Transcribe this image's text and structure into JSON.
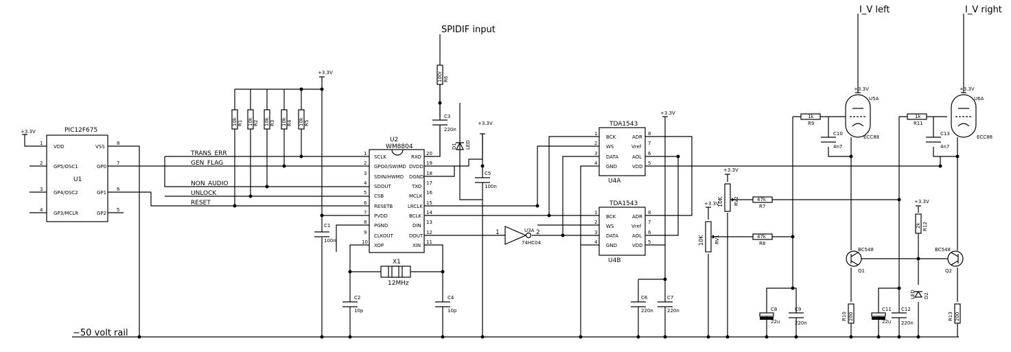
{
  "inputs": {
    "spdif": "SPIDIF input",
    "out_left": "I_V left",
    "out_right": "I_V right",
    "rail": "−50 volt rail"
  },
  "supply": {
    "v33": "+3.3V"
  },
  "u1": {
    "part": "PIC12F675",
    "ref": "U1",
    "left": [
      {
        "num": "1",
        "name": "VDD"
      },
      {
        "num": "2",
        "name": "GP5/OSC1"
      },
      {
        "num": "3",
        "name": "GP4/OSC2"
      },
      {
        "num": "4",
        "name": "GP3/MCLR"
      }
    ],
    "right": [
      {
        "num": "8",
        "name": "VSS"
      },
      {
        "num": "7",
        "name": "GP0"
      },
      {
        "num": "6",
        "name": "GP1"
      },
      {
        "num": "5",
        "name": "GP2"
      }
    ]
  },
  "nets": {
    "trans_err": "TRANS_ERR",
    "gen_flag": "GEN_FLAG",
    "non_audio": "NON_AUDIO",
    "unlock": "UNLOCK",
    "reset": "RESET"
  },
  "resistors": [
    {
      "ref": "R1",
      "val": "10k"
    },
    {
      "ref": "R2",
      "val": "10k"
    },
    {
      "ref": "R3",
      "val": "10k"
    },
    {
      "ref": "R4",
      "val": "10k"
    },
    {
      "ref": "R5",
      "val": "10k"
    },
    {
      "ref": "R6",
      "val": "100r"
    },
    {
      "ref": "R7",
      "val": "47k"
    },
    {
      "ref": "R8",
      "val": "47k"
    },
    {
      "ref": "R9",
      "val": "1k"
    },
    {
      "ref": "R10",
      "val": "200"
    },
    {
      "ref": "R11",
      "val": "1k"
    },
    {
      "ref": "R12",
      "val": "2k"
    },
    {
      "ref": "R13",
      "val": "200"
    }
  ],
  "u2": {
    "part": "WM8804",
    "ref": "U2",
    "left": [
      {
        "num": "1",
        "name": "SCLK"
      },
      {
        "num": "2",
        "name": "GPO0/SWIMD"
      },
      {
        "num": "3",
        "name": "SDIN/HWMD"
      },
      {
        "num": "4",
        "name": "SDOUT"
      },
      {
        "num": "5",
        "name": "CSB"
      },
      {
        "num": "6",
        "name": "RESETB"
      },
      {
        "num": "7",
        "name": "PVDD"
      },
      {
        "num": "8",
        "name": "PGND"
      },
      {
        "num": "9",
        "name": "CLKOUT"
      },
      {
        "num": "10",
        "name": "XOP"
      }
    ],
    "right": [
      {
        "num": "20",
        "name": "RXO"
      },
      {
        "num": "19",
        "name": "DVDD"
      },
      {
        "num": "18",
        "name": "DGND"
      },
      {
        "num": "17",
        "name": "TXO"
      },
      {
        "num": "16",
        "name": "MCLK"
      },
      {
        "num": "15",
        "name": "LRCLK"
      },
      {
        "num": "14",
        "name": "BCLK"
      },
      {
        "num": "13",
        "name": "DIN"
      },
      {
        "num": "12",
        "name": "DOUT"
      },
      {
        "num": "11",
        "name": "XIN"
      }
    ]
  },
  "capacitors": [
    {
      "ref": "C1",
      "val": "100n"
    },
    {
      "ref": "C2",
      "val": "10p"
    },
    {
      "ref": "C3",
      "val": "220n"
    },
    {
      "ref": "C4",
      "val": "10p"
    },
    {
      "ref": "C5",
      "val": "100n"
    },
    {
      "ref": "C6",
      "val": "220n"
    },
    {
      "ref": "C7",
      "val": "220n"
    },
    {
      "ref": "C8",
      "val": "22u"
    },
    {
      "ref": "C9",
      "val": "220n"
    },
    {
      "ref": "C10",
      "val": "4n7"
    },
    {
      "ref": "C11",
      "val": "22u"
    },
    {
      "ref": "C12",
      "val": "220n"
    },
    {
      "ref": "C13",
      "val": "4n7"
    }
  ],
  "crystal": {
    "ref": "X1",
    "val": "12MHz"
  },
  "d1": {
    "ref": "D1",
    "val": "LED"
  },
  "d2": {
    "ref": "D2",
    "val": "LED"
  },
  "u3": {
    "ref": "U3A",
    "part": "74HC04",
    "pin_in": "1",
    "pin_out": "2"
  },
  "u4a": {
    "part": "TDA1543",
    "ref": "U4A",
    "left": [
      {
        "num": "1",
        "name": "BCK"
      },
      {
        "num": "2",
        "name": "WS"
      },
      {
        "num": "3",
        "name": "DATA"
      },
      {
        "num": "4",
        "name": "GND"
      }
    ],
    "right": [
      {
        "num": "8",
        "name": "ADR"
      },
      {
        "num": "7",
        "name": "Vref"
      },
      {
        "num": "6",
        "name": "AOL"
      },
      {
        "num": "5",
        "name": "VDD"
      }
    ]
  },
  "u4b": {
    "part": "TDA1543",
    "ref": "U4B",
    "left": [
      {
        "num": "1",
        "name": "BCK"
      },
      {
        "num": "2",
        "name": "WS"
      },
      {
        "num": "3",
        "name": "DATA"
      },
      {
        "num": "4",
        "name": "GND"
      }
    ],
    "right": [
      {
        "num": "8",
        "name": "ADR"
      },
      {
        "num": "7",
        "name": "Vref"
      },
      {
        "num": "6",
        "name": "AOL"
      },
      {
        "num": "5",
        "name": "VDD"
      }
    ]
  },
  "pots": [
    {
      "ref": "RV1",
      "val": "10K"
    },
    {
      "ref": "RV2",
      "val": "10K"
    }
  ],
  "tubes": [
    {
      "ref": "U5A",
      "part": "ECC88"
    },
    {
      "ref": "U6A",
      "part": "ECC88"
    }
  ],
  "transistors": [
    {
      "ref": "Q1",
      "part": "BC548"
    },
    {
      "ref": "Q2",
      "part": "BC548"
    }
  ]
}
